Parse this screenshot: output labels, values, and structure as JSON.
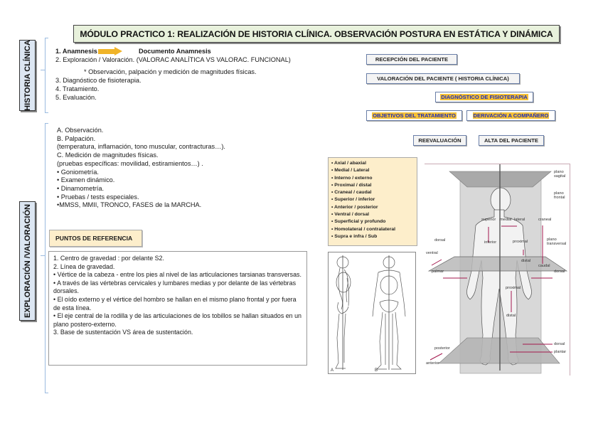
{
  "title": "MÓDULO PRACTICO 1: REALIZACIÓN DE HISTORIA CLÍNICA. OBSERVACIÓN POSTURA EN ESTÁTICA Y DINÁMICA",
  "sections": {
    "historia": {
      "label": "HISTORIA CLÍNICA",
      "item1": "1. Anamnesis",
      "item1_target": "Documento Anamnesis",
      "item2": "2. Exploración / Valoración. (VALORAC ANALÍTICA VS VALORAC. FUNCIONAL)",
      "note": "* Observación, palpación y medición de magnitudes físicas.",
      "item3": "3. Diagnóstico de fisioterapia.",
      "item4": "4. Tratamiento.",
      "item5": "5. Evaluación."
    },
    "exploracion": {
      "label": "EXPLORACIÓN /VALORACIÓN",
      "lines": [
        "A. Observación.",
        "B. Palpación.",
        "(temperatura, inflamación, tono muscular, contracturas…).",
        "C. Medición de magnitudes físicas.",
        "(pruebas específicas: movilidad, estiramientos…) .",
        "• Goniometría.",
        "• Examen dinámico.",
        "• Dinamometría.",
        "• Pruebas / tests especiales.",
        " •MMSS, MMII, TRONCO, FASES de la MARCHA."
      ],
      "ref_title": "PUNTOS DE REFERENCIA",
      "ref_lines": [
        "1. Centro de gravedad : por delante S2.",
        "2. Línea de gravedad.",
        "• Vértice de la cabeza - entre los pies al nivel de las articulaciones tarsianas transversas.",
        "• A través de las vértebras cervicales y lumbares medias y por delante de las vértebras dorsales.",
        "• El oído externo y el vértice del hombro se hallan en el mismo plano frontal y por fuera de esta línea.",
        "• El eje central de la rodilla y de las articulaciones de los tobillos se hallan situados en un plano  postero-externo.",
        "3. Base de sustentación VS área de sustentación."
      ]
    }
  },
  "flow": {
    "recepcion": "RECEPCIÓN DEL PACIENTE",
    "valoracion": "VALORACIÓN DEL PACIENTE ( HISTORIA CLÍNICA)",
    "diagnostico": "DIAGNÓSTICO DE FISIOTERAPIA",
    "objetivos": "OBJETIVOS DEL TRATAMIENTO",
    "derivacion": "DERIVACIÓN A COMPAÑERO",
    "reevaluacion": "REEVALUACIÓN",
    "alta": "ALTA DEL PACIENTE"
  },
  "terms": [
    "• Axial / abaxial",
    "• Medial / Lateral",
    "• Interno / externo",
    "• Proximal / distal",
    "• Craneal / caudal",
    "• Superior / inferior",
    "• Anterior / posterior",
    "• Ventral / dorsal",
    "• Superficial y profundo",
    "• Homolateral / contralateral",
    "• Supra e infra / Sub"
  ],
  "skeleton": {
    "label_a": "A",
    "label_b": "B"
  },
  "anatomy": {
    "plano_sagital": "plano sagital",
    "plano_frontal": "plano frontal",
    "plano_transversal": "plano transversal",
    "superior": "superior",
    "inferior": "inferior",
    "medial": "medial",
    "lateral": "lateral",
    "craneal": "craneal",
    "caudal": "caudal",
    "dorsal": "dorsal",
    "ventral": "ventral",
    "proximal": "proximal",
    "distal": "distal",
    "palmar": "palmar",
    "dorsal_hand": "dorsal",
    "proximal_leg": "proximal",
    "distal_leg": "distal",
    "dorsal_foot": "dorsal",
    "plantar": "plantar",
    "posterior": "posterior",
    "anterior": "anterior"
  },
  "colors": {
    "title_bg": "#e8f1dc",
    "label_bg": "#dce6f2",
    "bracket": "#9bbbe0",
    "arrow": "#f0b429",
    "highlight_bg": "#f6c136",
    "highlight_text": "#1f2fb8",
    "ref_bg": "#fdeecb",
    "anatomy_arrow": "#a3174d"
  }
}
